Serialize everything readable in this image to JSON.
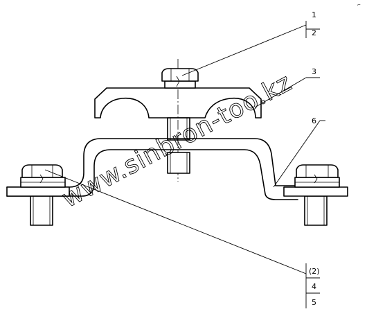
{
  "callouts": {
    "c1": "1",
    "c2": "2",
    "c3": "3",
    "c6": "6",
    "c2p": "(2)",
    "c4": "4",
    "c5": "5"
  },
  "watermark": "www.sinbron-too.kz",
  "corner_mark": "⌐"
}
